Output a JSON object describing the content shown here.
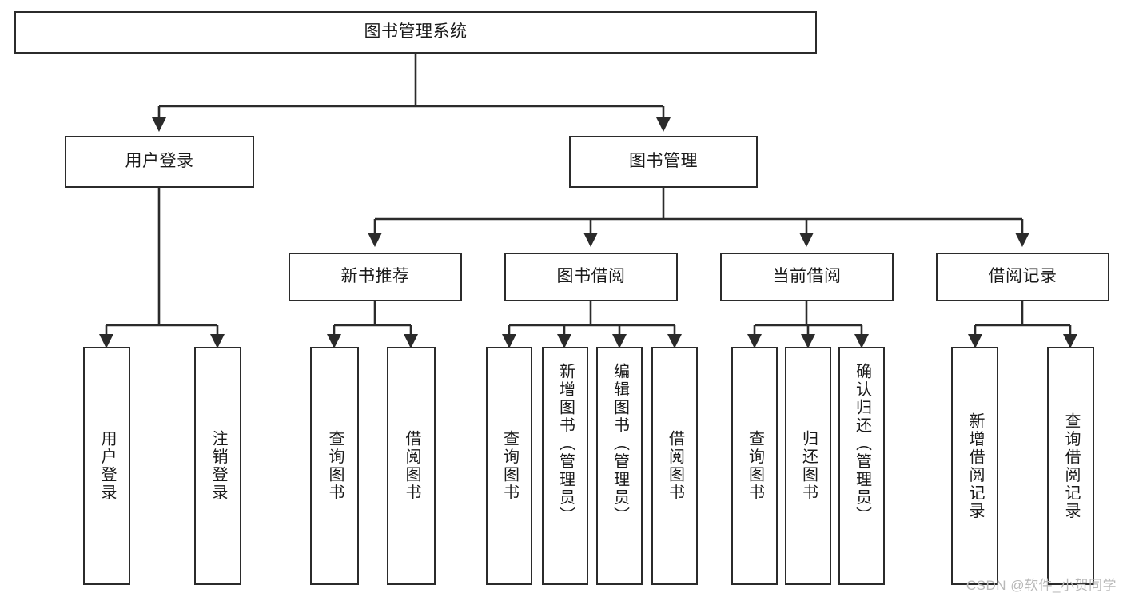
{
  "diagram": {
    "type": "tree-hierarchy-chart",
    "title": "图书管理系统",
    "watermark": "CSDN @软件_小贺同学",
    "colors": {
      "box_border": "#2b2b2b",
      "box_fill": "#ffffff",
      "connector": "#2b2b2b",
      "text": "#1a1a1a",
      "watermark": "#b9b9b9",
      "background": "#ffffff"
    },
    "levels": {
      "root": "图书管理系统",
      "level2": [
        "用户登录",
        "图书管理"
      ],
      "level3": [
        "新书推荐",
        "图书借阅",
        "当前借阅",
        "借阅记录"
      ]
    },
    "nodes": {
      "root": {
        "label": "图书管理系统"
      },
      "user_login": {
        "label": "用户登录"
      },
      "book_manage": {
        "label": "图书管理"
      },
      "new_book_rec": {
        "label": "新书推荐"
      },
      "book_borrow": {
        "label": "图书借阅"
      },
      "current_borrow": {
        "label": "当前借阅"
      },
      "borrow_record": {
        "label": "借阅记录"
      }
    },
    "leaves": {
      "user_login": [
        {
          "label": "用户登录"
        },
        {
          "label": "注销登录"
        }
      ],
      "new_book_rec": [
        {
          "label": "查询图书"
        },
        {
          "label": "借阅图书"
        }
      ],
      "book_borrow": [
        {
          "label": "查询图书"
        },
        {
          "label": "新增图书（管理员）"
        },
        {
          "label": "编辑图书（管理员）"
        },
        {
          "label": "借阅图书"
        }
      ],
      "current_borrow": [
        {
          "label": "查询图书"
        },
        {
          "label": "归还图书"
        },
        {
          "label": "确认归还（管理员）"
        }
      ],
      "borrow_record": [
        {
          "label": "新增借阅记录"
        },
        {
          "label": "查询借阅记录"
        }
      ]
    }
  }
}
